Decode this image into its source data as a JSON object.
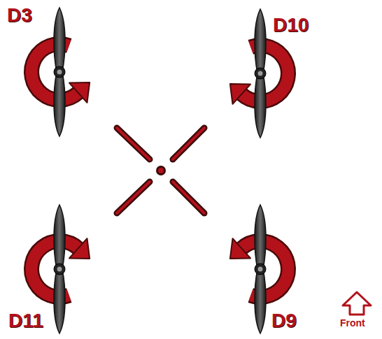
{
  "diagram": {
    "labels": [
      "D3",
      "D10",
      "D11",
      "D9",
      "Front"
    ]
  }
}
